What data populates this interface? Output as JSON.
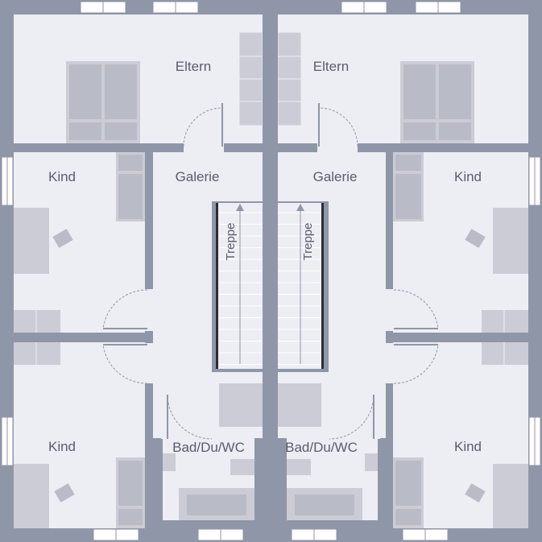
{
  "colors": {
    "wall": "#8f96a8",
    "floor": "#edeef3",
    "furniture": "#cbccd5",
    "furniture_dark": "#b9bbc6",
    "stair_rail": "#2b2d33",
    "text": "#5a5d6b",
    "line": "#ffffff"
  },
  "rooms": {
    "eltern_left": "Eltern",
    "eltern_right": "Eltern",
    "kind_left_top": "Kind",
    "kind_right_top": "Kind",
    "galerie_left": "Galerie",
    "galerie_right": "Galerie",
    "kind_left_bottom": "Kind",
    "kind_right_bottom": "Kind",
    "bad_left": "Bad/Du/WC",
    "bad_right": "Bad/Du/WC"
  },
  "stairs": {
    "left": "Treppe",
    "right": "Treppe"
  }
}
